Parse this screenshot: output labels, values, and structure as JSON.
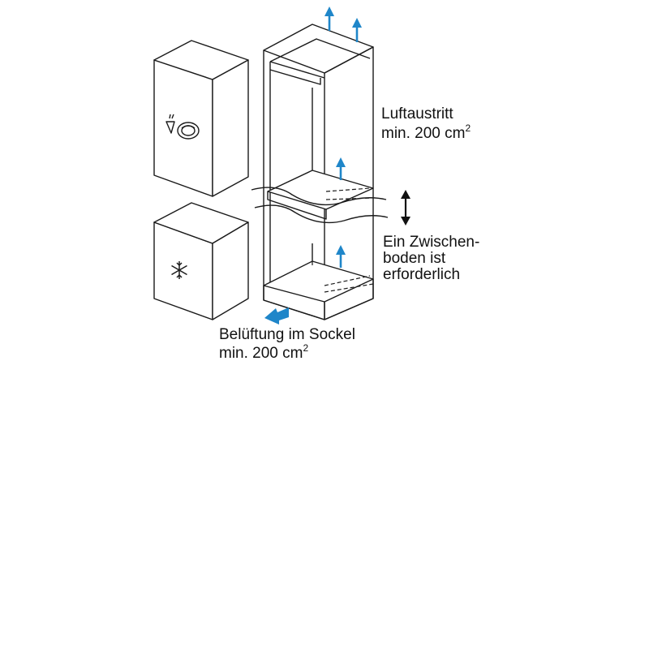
{
  "labels": {
    "air_outlet_line1": "Luftaustritt",
    "air_outlet_line2": "min. 200 cm",
    "air_outlet_sup": "2",
    "shelf_line1": "Ein Zwischen-",
    "shelf_line2": "boden ist",
    "shelf_line3": "erforderlich",
    "plinth_line1": "Belüftung im Sockel",
    "plinth_line2": "min. 200 cm",
    "plinth_sup": "2"
  },
  "icons": {
    "fridge_door": "carrot-and-lettuce-icon",
    "freezer_door": "snowflake-icon",
    "airflow": "airflow-arrow-icon",
    "adjust": "double-arrow-icon"
  },
  "colors": {
    "airflow_blue": "#1f86c9",
    "line": "#1a1a1a"
  }
}
